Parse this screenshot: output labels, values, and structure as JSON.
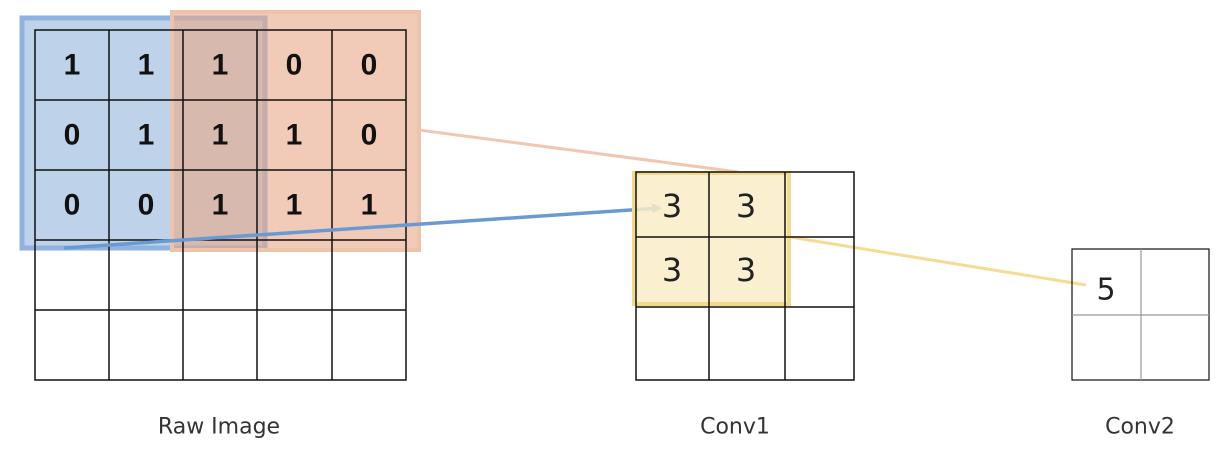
{
  "raw_image": {
    "caption": "Raw Image",
    "cells": [
      [
        "1",
        "1",
        "1",
        "0",
        "0"
      ],
      [
        "0",
        "1",
        "1",
        "1",
        "0"
      ],
      [
        "0",
        "0",
        "1",
        "1",
        "1"
      ],
      [
        "",
        "",
        "",
        "",
        ""
      ],
      [
        "",
        "",
        "",
        "",
        ""
      ]
    ]
  },
  "conv1": {
    "caption": "Conv1",
    "cells": [
      [
        "3",
        "3",
        ""
      ],
      [
        "3",
        "3",
        ""
      ],
      [
        "",
        "",
        ""
      ]
    ]
  },
  "conv2": {
    "caption": "Conv2",
    "cells": [
      [
        "5",
        ""
      ],
      [
        "",
        ""
      ]
    ]
  },
  "colors": {
    "blue_window": "#a8c4e2",
    "orange_window": "#eab598",
    "yellow_window": "#f9ecc6",
    "yellow_border": "#f3d98a",
    "blue_arrow": "#6a9ad2",
    "orange_line": "#f1c7b2",
    "yellow_line": "#f5dc94",
    "grid_line": "#111111"
  }
}
